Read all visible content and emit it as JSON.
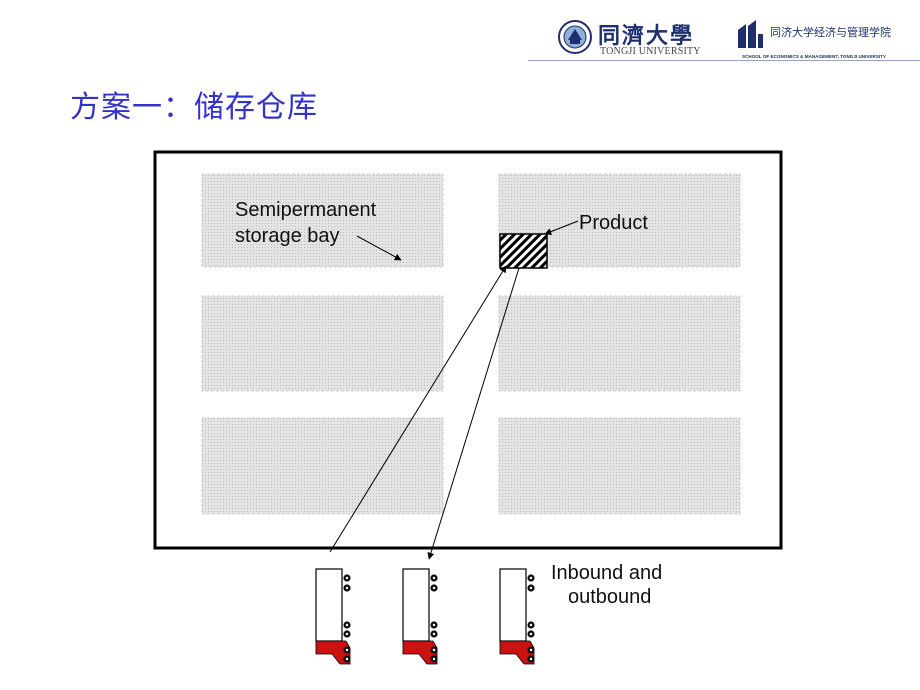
{
  "header": {
    "tongji_name_cn": "同濟大學",
    "tongji_name_en": "TONGJI UNIVERSITY",
    "sem_name_cn": "同济大学经济与管理学院",
    "sem_name_en": "SCHOOL OF ECONOMICS & MANAGEMENT, TONGJI UNIVERSITY"
  },
  "title": "方案一：储存仓库",
  "diagram": {
    "labels": {
      "bay_line1": "Semipermanent",
      "bay_line2": "storage bay",
      "product": "Product",
      "dock_line1": "Inbound and",
      "dock_line2": "outbound"
    },
    "storage_bays": 6,
    "trucks": 3,
    "colors": {
      "title": "#3333cc",
      "bay_fill": "#e4e4e4",
      "truck_cab": "#cc1111",
      "outline": "#000000"
    }
  }
}
